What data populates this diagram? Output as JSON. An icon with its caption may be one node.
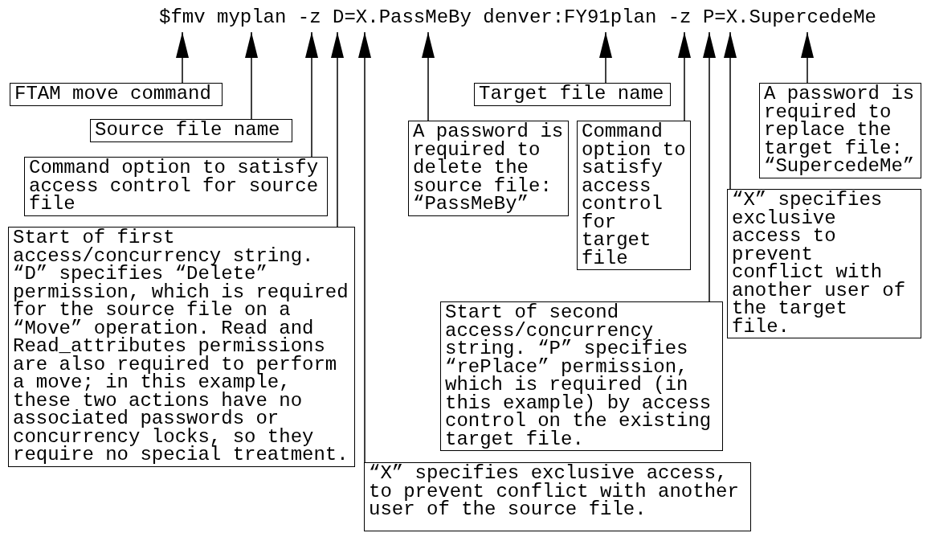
{
  "diagram": {
    "nodes": [
      {
        "text": [
          "$fmv myplan -z D=X.PassMeBy denver:FY91plan -z P=X.SupercedeMe"
        ]
      },
      {
        "text": [
          "FTAM move command"
        ]
      },
      {
        "text": [
          "Source file name"
        ]
      },
      {
        "text": [
          "Command option to satisfy access control for source file"
        ]
      },
      {
        "text": [
          "Start of first access/concurrency string. “D” specifies “Delete” permission, which is required for the source file on a “Move” operation. Read and Read_attributes permissions are also required to perform a move; in this example, these two actions have no associated passwords or concurrency locks, so they require no special treatment."
        ]
      },
      {
        "text": [
          "“X” specifies exclusive access, to prevent conflict with another user of the source file."
        ]
      },
      {
        "text": [
          "A password is required to delete the source file: “PassMeBy”"
        ]
      },
      {
        "text": [
          "Target file name"
        ]
      },
      {
        "text": [
          "Command option to satisfy access control for target file"
        ]
      },
      {
        "text": [
          "Start of second access/concurrency string. “P” specifies “rePlace” permission, which is required (in this example) by access control on the existing target file."
        ]
      },
      {
        "text": [
          "“X” specifies exclusive access to prevent conflict with another user of the target file."
        ]
      },
      {
        "text": [
          "A password is required to replace the target file: “SupercedeMe”"
        ]
      }
    ],
    "edges": [
      {
        "from": 1,
        "to": 0,
        "arrow": "to"
      },
      {
        "from": 2,
        "to": 0,
        "arrow": "to"
      },
      {
        "from": 3,
        "to": 0,
        "arrow": "to"
      },
      {
        "from": 4,
        "to": 0,
        "arrow": "to"
      },
      {
        "from": 5,
        "to": 0,
        "arrow": "to"
      },
      {
        "from": 6,
        "to": 0,
        "arrow": "to"
      },
      {
        "from": 7,
        "to": 0,
        "arrow": "to"
      },
      {
        "from": 8,
        "to": 0,
        "arrow": "to"
      },
      {
        "from": 9,
        "to": 0,
        "arrow": "to"
      },
      {
        "from": 10,
        "to": 0,
        "arrow": "to"
      },
      {
        "from": 11,
        "to": 0,
        "arrow": "to"
      }
    ]
  }
}
